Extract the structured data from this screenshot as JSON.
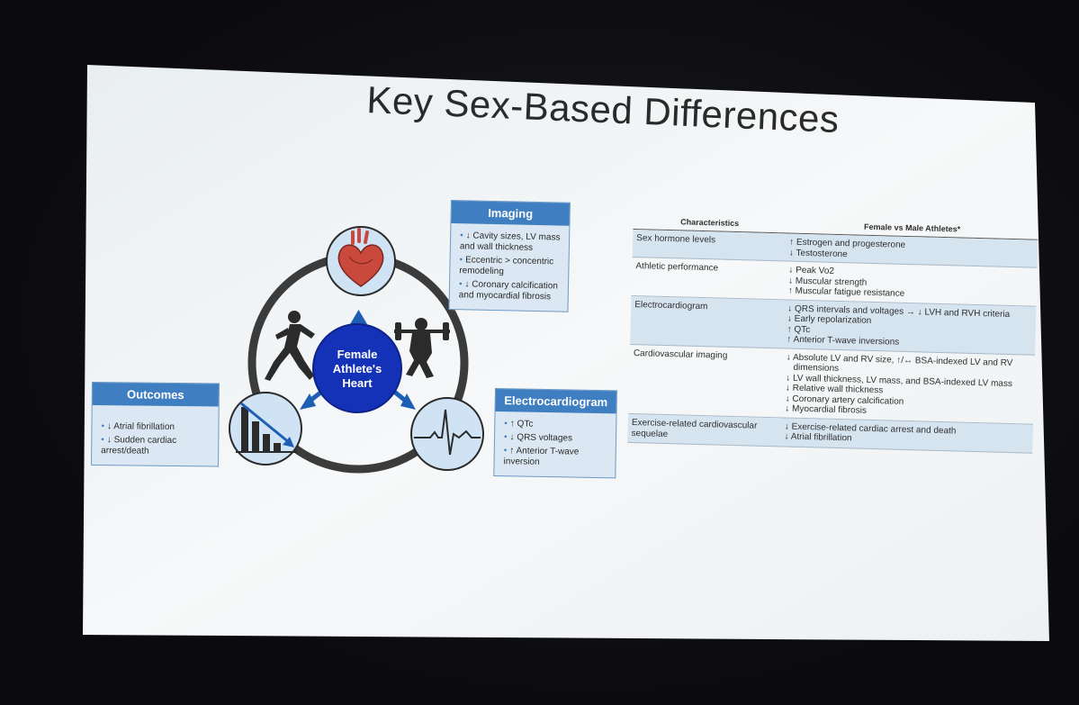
{
  "slide": {
    "title": "Key Sex-Based Differences"
  },
  "diagram": {
    "center_line1": "Female",
    "center_line2": "Athlete's",
    "center_line3": "Heart",
    "icons": [
      "heart-icon",
      "runner-icon",
      "weightlifter-icon",
      "declining-bar-chart-icon",
      "ecg-waveform-icon"
    ]
  },
  "imaging": {
    "title": "Imaging",
    "items": [
      "↓ Cavity sizes, LV mass and wall thickness",
      "Eccentric > concentric remodeling",
      "↓ Coronary calcification and myocardial fibrosis"
    ]
  },
  "outcomes": {
    "title": "Outcomes",
    "items": [
      "↓ Atrial fibrillation",
      "↓ Sudden cardiac arrest/death"
    ]
  },
  "ecg": {
    "title": "Electrocardiogram",
    "items": [
      "↑ QTc",
      "↓ QRS voltages",
      "↑ Anterior T-wave inversion"
    ]
  },
  "table": {
    "col1": "Characteristics",
    "col2": "Female vs Male Athletes*",
    "rows": [
      {
        "label": "Sex hormone levels",
        "values": [
          "↑ Estrogen and progesterone",
          "↓ Testosterone"
        ]
      },
      {
        "label": "Athletic performance",
        "values": [
          "↓ Peak Vo2",
          "↓ Muscular strength",
          "↑ Muscular fatigue resistance"
        ]
      },
      {
        "label": "Electrocardiogram",
        "values": [
          "↓ QRS intervals and voltages → ↓ LVH and RVH criteria",
          "↓ Early repolarization",
          "↑ QTc",
          "↑ Anterior T-wave inversions"
        ]
      },
      {
        "label": "Cardiovascular imaging",
        "values": [
          "↓ Absolute LV and RV size, ↑/↔ BSA-indexed LV and RV dimensions",
          "↓ LV wall thickness, LV mass, and BSA-indexed LV mass",
          "↓ Relative wall thickness",
          "↓ Coronary artery calcification",
          "↓ Myocardial fibrosis"
        ]
      },
      {
        "label": "Exercise-related cardiovascular sequelae",
        "values": [
          "↓ Exercise-related cardiac arrest and death",
          "↓ Atrial fibrillation"
        ]
      }
    ]
  }
}
